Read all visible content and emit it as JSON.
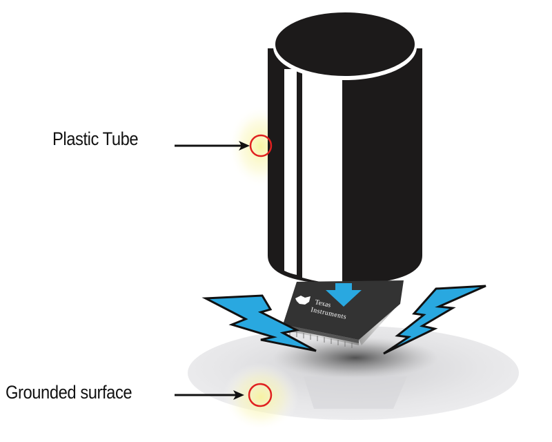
{
  "diagram": {
    "labels": {
      "plastic_tube": "Plastic Tube",
      "grounded_surface": "Grounded surface"
    },
    "chip": {
      "brand_line1": "Texas",
      "brand_line2": "Instruments"
    },
    "colors": {
      "tube": "#1c1a1a",
      "tube_highlight": "#ffffff",
      "bolt": "#29a8e0",
      "bolt_outline": "#111111",
      "marker_ring": "#e02020",
      "glow": "#f7f3a0",
      "surface": "#e4e4e6",
      "chip_body": "#333333"
    }
  }
}
